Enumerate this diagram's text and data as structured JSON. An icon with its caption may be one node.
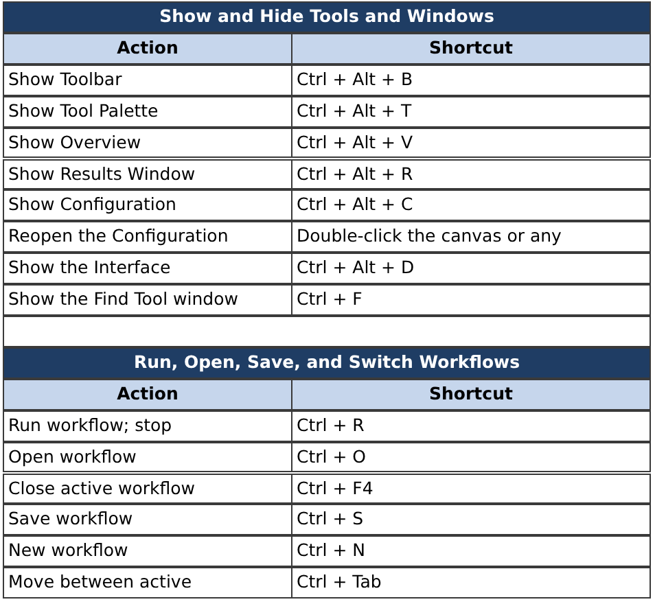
{
  "diagram": {
    "labels": [
      "Show and Hide Tools and Windows",
      "Action",
      "Shortcut",
      "Show Toolbar",
      "Ctrl + Alt + B",
      "Show Tool Palette",
      "Ctrl + Alt + T",
      "Show Overview",
      "Ctrl + Alt + V",
      "Show Results Window",
      "Ctrl + Alt + R",
      "Show Configuration",
      "Ctrl + Alt + C",
      "Reopen the Configuration",
      "Double-click the canvas or any",
      "Show the Interface",
      "Ctrl + Alt + D",
      "Show the Find Tool window",
      "Ctrl + F",
      "Run, Open, Save, and Switch Workflows",
      "Action",
      "Shortcut",
      "Run workflow; stop",
      "Ctrl + R",
      "Open workflow",
      "Ctrl + O",
      "Close active workflow",
      "Ctrl + F4",
      "Save workflow",
      "Ctrl + S",
      "New workflow",
      "Ctrl + N",
      "Move between active",
      "Ctrl + Tab"
    ]
  }
}
